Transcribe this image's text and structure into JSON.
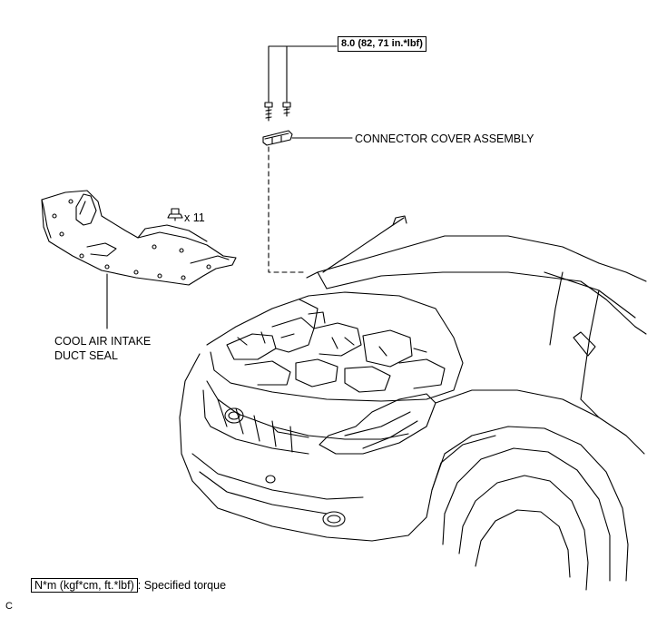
{
  "torque_spec": "8.0 (82, 71 in.*lbf)",
  "labels": {
    "connector_cover": "CONNECTOR COVER ASSEMBLY",
    "clip_count": "x 11",
    "duct_seal_line1": "COOL AIR INTAKE",
    "duct_seal_line2": "DUCT SEAL"
  },
  "legend": {
    "unit_box": "N*m (kgf*cm, ft.*lbf)",
    "description": ": Specified torque"
  },
  "corner_mark": "C"
}
